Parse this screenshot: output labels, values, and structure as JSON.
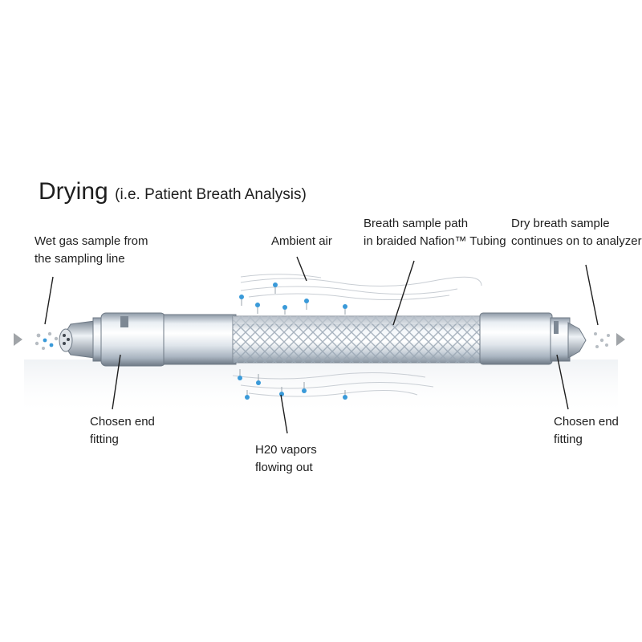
{
  "title": {
    "main": "Drying",
    "sub": "(i.e. Patient Breath Analysis)"
  },
  "labels": {
    "wet_gas": [
      "Wet gas sample from",
      "the sampling line"
    ],
    "ambient_air": [
      "Ambient air"
    ],
    "breath_path": [
      "Breath sample path",
      "in braided Nafion™ Tubing"
    ],
    "dry_breath": [
      "Dry breath sample",
      "continues on to analyzer"
    ],
    "left_fitting": [
      "Chosen end",
      "fitting"
    ],
    "h2o_vapors": [
      "H20 vapors",
      "flowing out"
    ],
    "right_fitting": [
      "Chosen end",
      "fitting"
    ]
  },
  "colors": {
    "droplet": "#3a9ad9",
    "fitting_light": "#f2f5f8",
    "fitting_dark": "#9aa6b2",
    "braid": "#aeb9c6",
    "leader_line": "#1e1e1e",
    "arrow": "#a0a4a8"
  }
}
